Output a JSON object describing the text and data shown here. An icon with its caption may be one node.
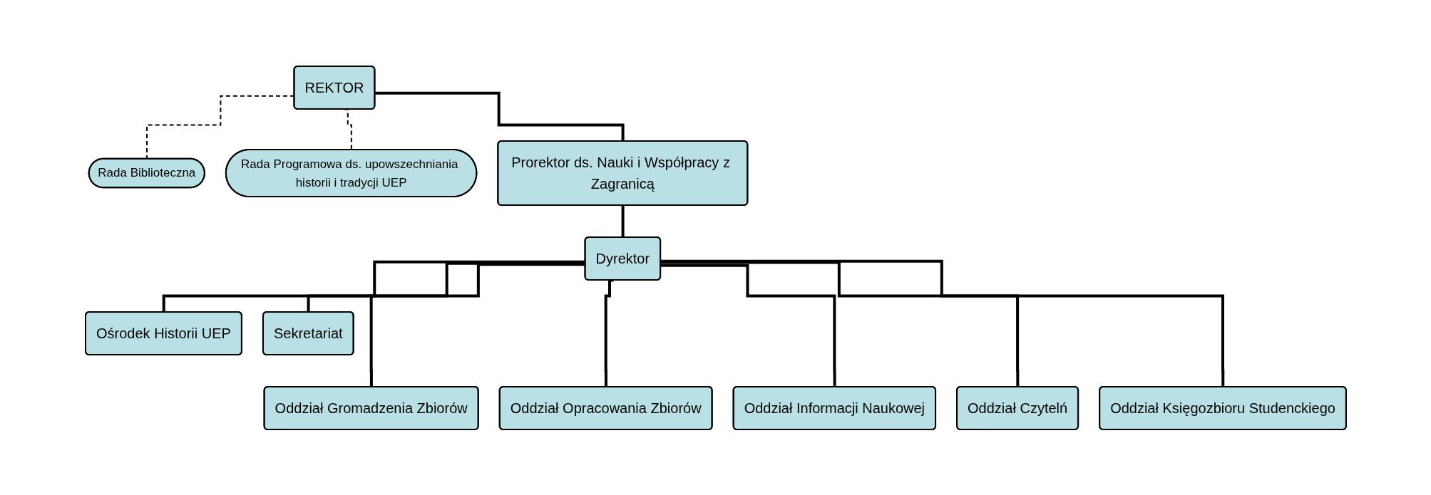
{
  "diagram": {
    "nodes": [
      {
        "text": [
          "REKTOR"
        ]
      },
      {
        "text": [
          "Rada Biblioteczna"
        ]
      },
      {
        "text": [
          "Rada Programowa ds. upowszechniania historii i tradycji UEP"
        ]
      },
      {
        "text": [
          "Prorektor ds. Nauki i Współpracy z Zagranicą"
        ]
      },
      {
        "text": [
          "Dyrektor"
        ]
      },
      {
        "text": [
          "Ośrodek Historii UEP"
        ]
      },
      {
        "text": [
          "Sekretariat"
        ]
      },
      {
        "text": [
          "Oddział Gromadzenia Zbiorów"
        ]
      },
      {
        "text": [
          "Oddział Opracowania Zbiorów"
        ]
      },
      {
        "text": [
          "Oddział Informacji Naukowej"
        ]
      },
      {
        "text": [
          "Oddział Czytelń"
        ]
      },
      {
        "text": [
          "Oddział Księgozbioru Studenckiego"
        ]
      }
    ],
    "edges": [
      {
        "from": 0,
        "to": 1,
        "arrow": "none",
        "style": "dashed"
      },
      {
        "from": 0,
        "to": 2,
        "arrow": "none",
        "style": "dashed"
      },
      {
        "from": 0,
        "to": 3,
        "arrow": "none"
      },
      {
        "from": 3,
        "to": 4,
        "arrow": "none"
      },
      {
        "from": 4,
        "to": 5,
        "arrow": "none"
      },
      {
        "from": 4,
        "to": 6,
        "arrow": "none"
      },
      {
        "from": 4,
        "to": 7,
        "arrow": "none"
      },
      {
        "from": 4,
        "to": 8,
        "arrow": "none"
      },
      {
        "from": 4,
        "to": 9,
        "arrow": "none"
      },
      {
        "from": 4,
        "to": 10,
        "arrow": "none"
      },
      {
        "from": 4,
        "to": 11,
        "arrow": "none"
      }
    ]
  }
}
